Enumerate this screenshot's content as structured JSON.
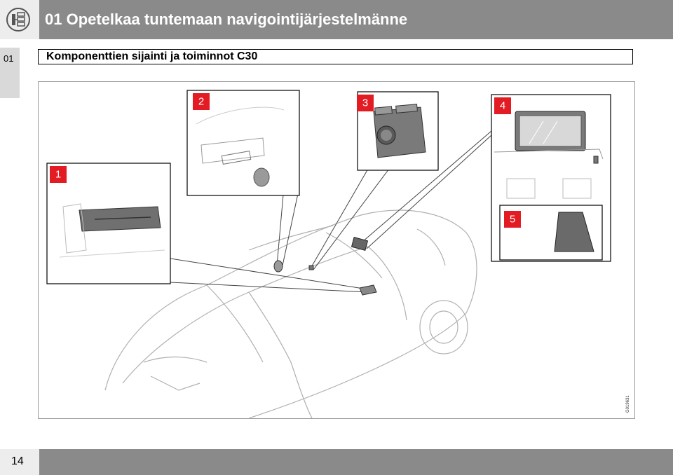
{
  "header": {
    "title": "01 Opetelkaa tuntemaan navigointijärjestelmänne",
    "icon": "navigation-system-icon"
  },
  "side_tab": {
    "label": "01"
  },
  "section": {
    "title": "Komponenttien sijainti ja toiminnot C30"
  },
  "figure": {
    "code": "G019631",
    "callouts": [
      "1",
      "2",
      "3",
      "4",
      "5"
    ],
    "colors": {
      "callout": "#e31b23",
      "line": "#444444",
      "car": "#aaaaaa"
    }
  },
  "footer": {
    "page_number": "14"
  }
}
